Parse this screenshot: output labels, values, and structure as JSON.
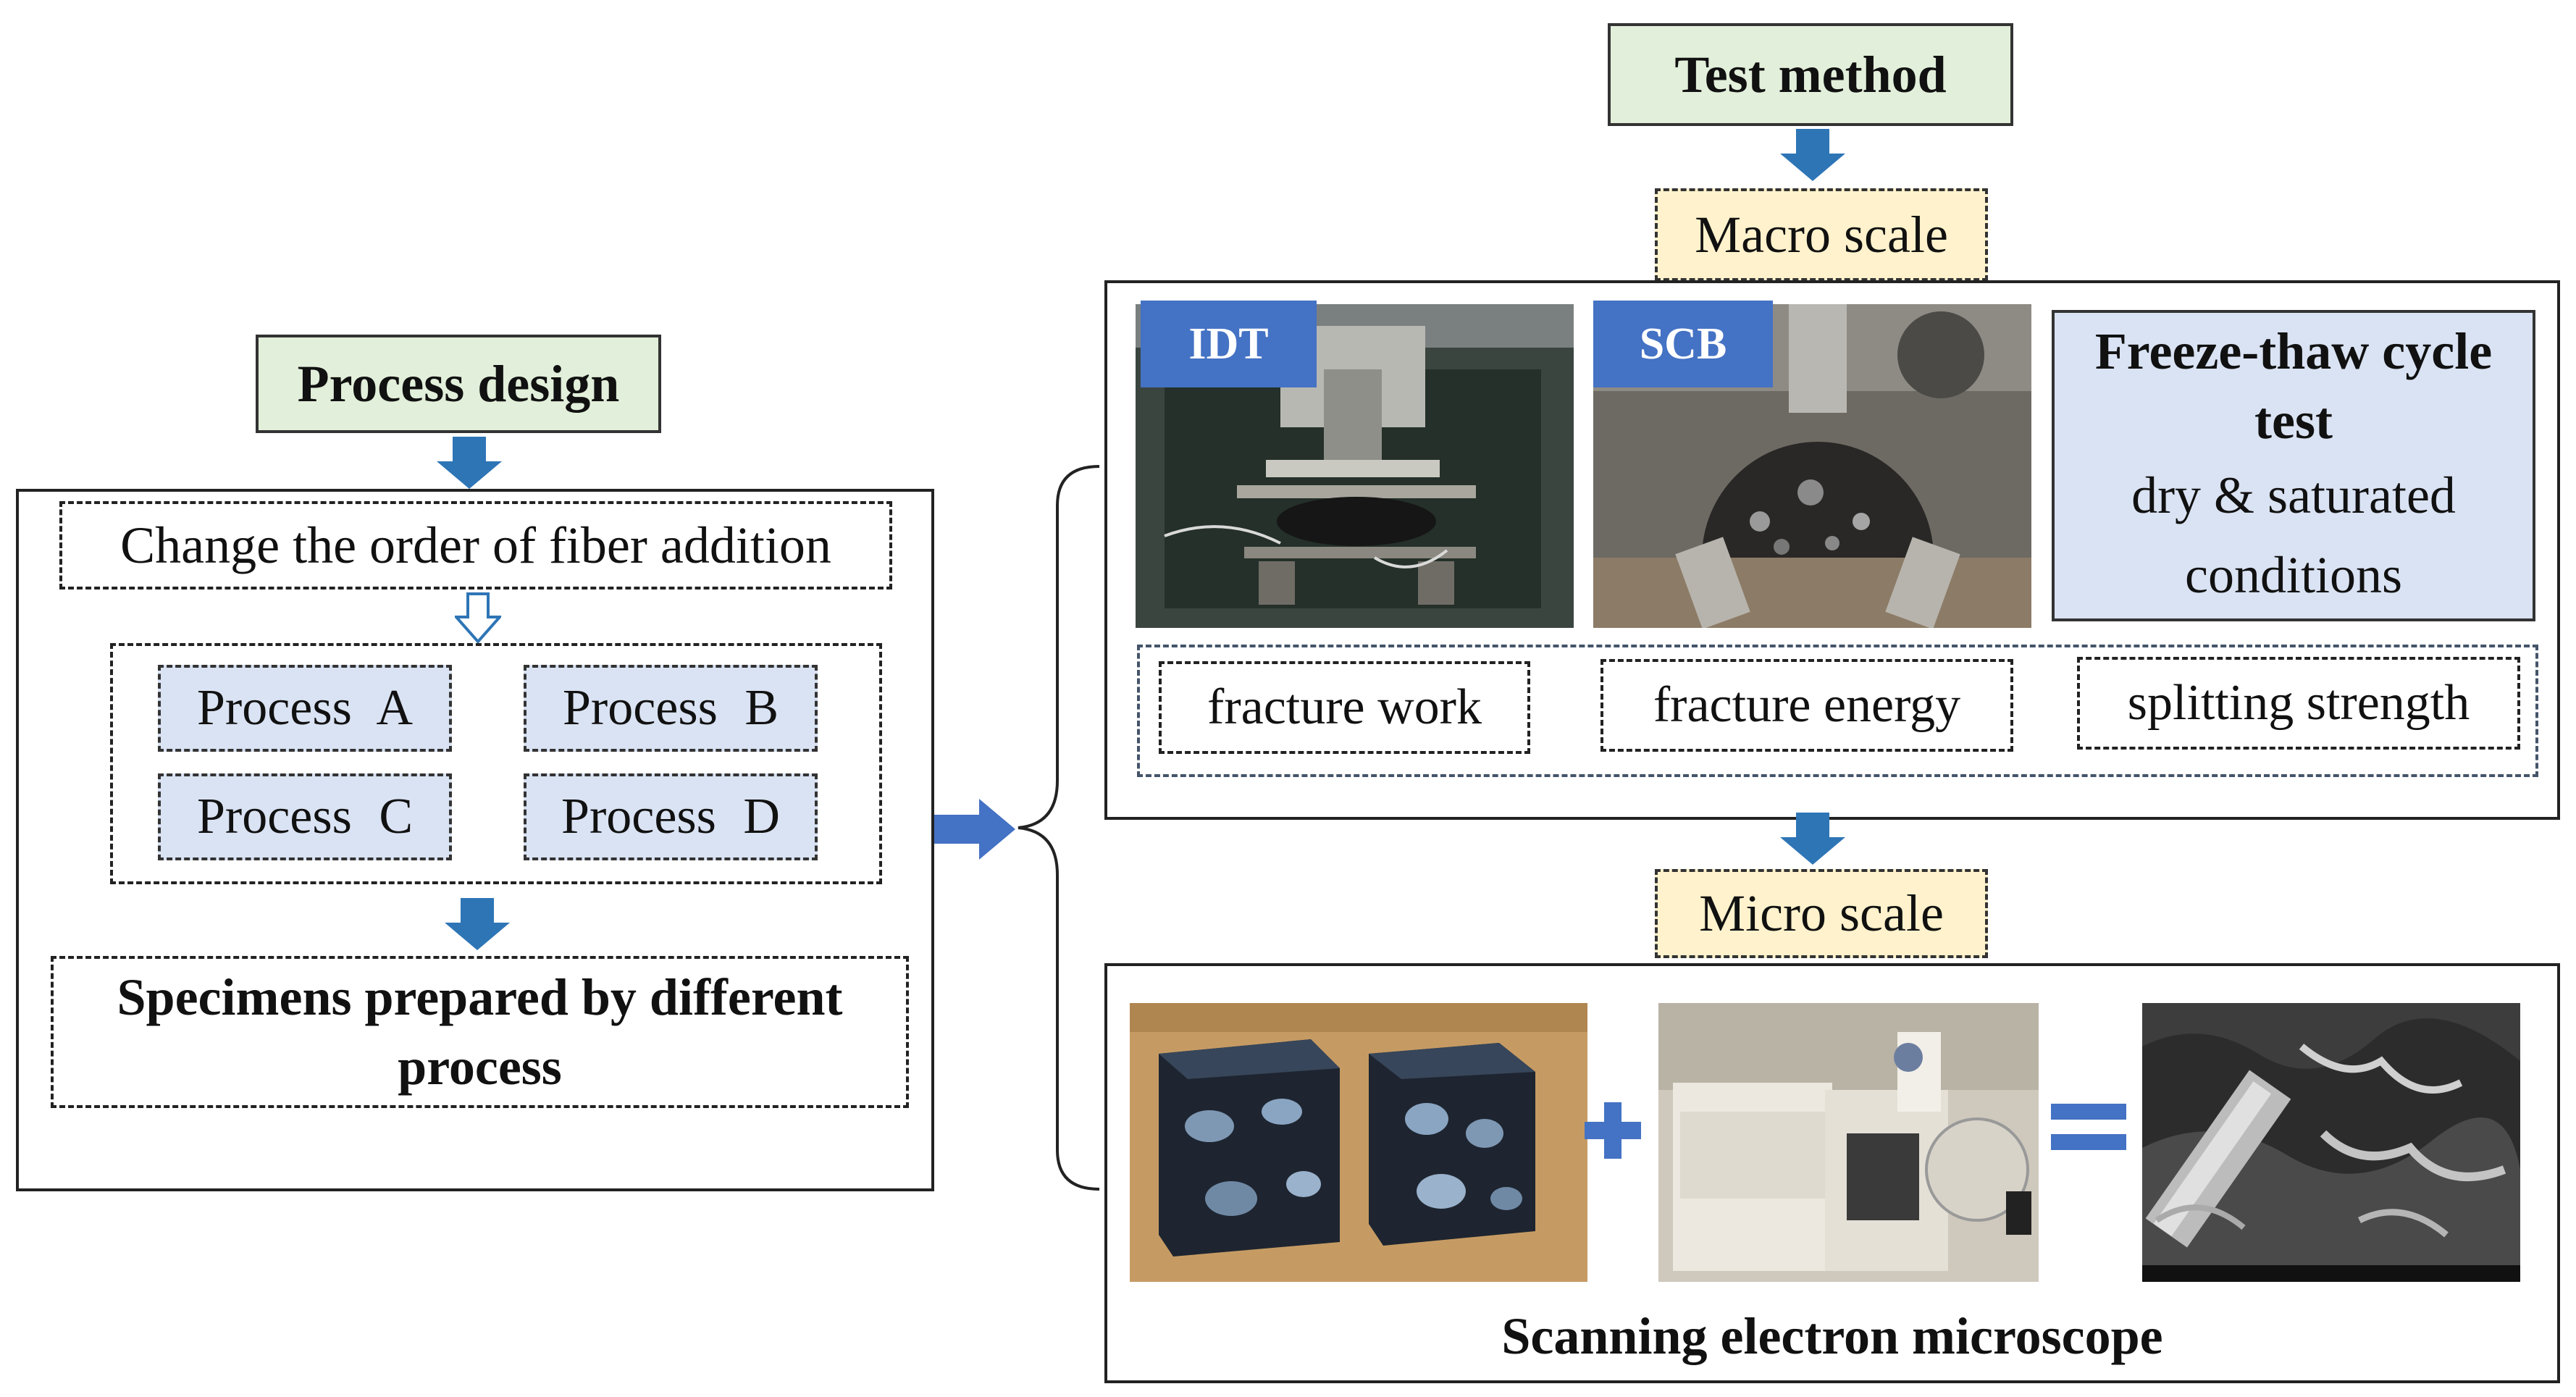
{
  "process_design": {
    "title": "Process design",
    "change_order": "Change the order of fiber addition",
    "processes": [
      "Process A",
      "Process B",
      "Process C",
      "Process D"
    ],
    "specimens": "Specimens prepared by different process"
  },
  "test_method": {
    "title": "Test method",
    "macro_label": "Macro scale",
    "micro_label": "Micro scale",
    "idt_tag": "IDT",
    "scb_tag": "SCB",
    "freeze_title": "Freeze-thaw cycle test",
    "freeze_sub": "dry & saturated conditions",
    "metrics": [
      "fracture work",
      "fracture energy",
      "splitting strength"
    ],
    "sem_caption": "Scanning electron microscope"
  },
  "colors": {
    "green_box": "#e2efda",
    "yellow_box": "#fff2cc",
    "process_fill": "#dae3f3",
    "tag_blue": "#4472c4",
    "arrow_blue": "#4472c4",
    "arrow_dark_blue": "#2e75b6"
  }
}
